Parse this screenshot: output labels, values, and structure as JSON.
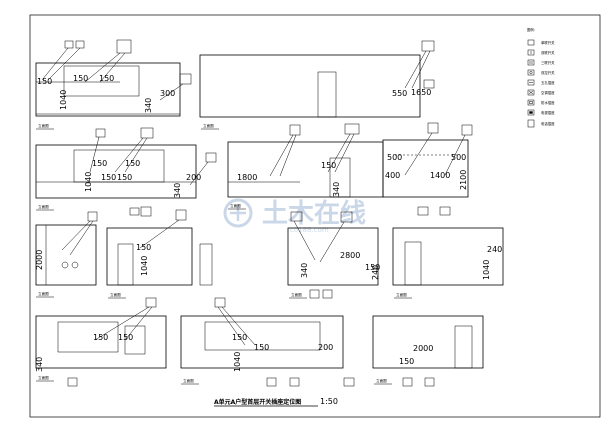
{
  "legend": {
    "title": "图例:",
    "items": [
      {
        "icon": "single-switch-icon",
        "label": "单联开关"
      },
      {
        "icon": "double-switch-icon",
        "label": "双联开关"
      },
      {
        "icon": "triple-switch-icon",
        "label": "三联开关"
      },
      {
        "icon": "two-way-switch-icon",
        "label": "双控开关"
      },
      {
        "icon": "socket-icon",
        "label": "五孔插座"
      },
      {
        "icon": "ac-socket-icon",
        "label": "空调插座"
      },
      {
        "icon": "waterproof-socket-icon",
        "label": "防水插座"
      },
      {
        "icon": "tv-socket-icon",
        "label": "电视插座"
      },
      {
        "icon": "phone-socket-icon",
        "label": "电话插座"
      }
    ]
  },
  "elevations": [
    {
      "label": "立面图",
      "dims": [
        "150",
        "150",
        "150",
        "1040",
        "340",
        "300"
      ]
    },
    {
      "label": "立面图",
      "dims": [
        "550",
        "1650"
      ]
    },
    {
      "label": "立面图",
      "dims": [
        "150",
        "150",
        "1040",
        "150",
        "150",
        "340",
        "200"
      ]
    },
    {
      "label": "立面图",
      "dims": [
        "1800",
        "150",
        "340"
      ]
    },
    {
      "label": "立面图",
      "dims": [
        "500",
        "500",
        "400",
        "1400",
        "2100"
      ]
    },
    {
      "label": "立面图",
      "dims": [
        "2000"
      ]
    },
    {
      "label": "立面图",
      "dims": [
        "150",
        "1040"
      ]
    },
    {
      "label": "立面图",
      "dims": [
        "2800",
        "150",
        "340",
        "240"
      ]
    },
    {
      "label": "立面图",
      "dims": [
        "240",
        "1040"
      ]
    },
    {
      "label": "立面图",
      "dims": [
        "150",
        "150",
        "340"
      ]
    },
    {
      "label": "立面图",
      "dims": [
        "150",
        "150",
        "1040",
        "200"
      ]
    },
    {
      "label": "立面图",
      "dims": [
        "2000",
        "150"
      ]
    }
  ],
  "title_block": {
    "title": "A单元A户型首层开关插座定位图",
    "scale": "1:50"
  },
  "watermark": {
    "brand": "土木在线",
    "url": "co188.com"
  },
  "colors": {
    "line": "#000000",
    "paper": "#ffffff",
    "watermark": "#9fb7d6"
  }
}
